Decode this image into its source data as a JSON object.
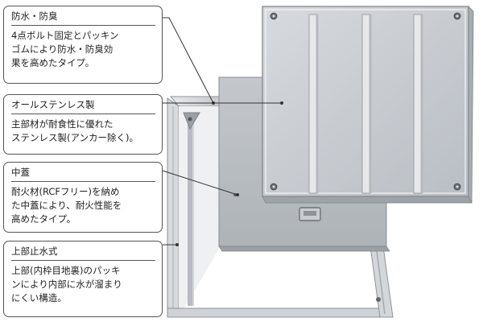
{
  "callouts": [
    {
      "title": "防水・防臭",
      "lines": [
        "4点ボルト固定とパッキン",
        "ゴムにより防水・防臭効",
        "果を高めたタイプ。"
      ]
    },
    {
      "title": "オールステンレス製",
      "lines": [
        "主部材が耐食性に優れた",
        "ステンレス製(アンカー除く)。"
      ]
    },
    {
      "title": "中蓋",
      "lines": [
        "耐火材(RCFフリー)を納め",
        "た中蓋により、耐火性能を",
        "高めたタイプ。"
      ]
    },
    {
      "title": "上部止水式",
      "lines": [
        "上部(内枠目地裏)のパッキ",
        "ンにより内部に水が溜まり",
        "にくい構造。"
      ]
    }
  ]
}
